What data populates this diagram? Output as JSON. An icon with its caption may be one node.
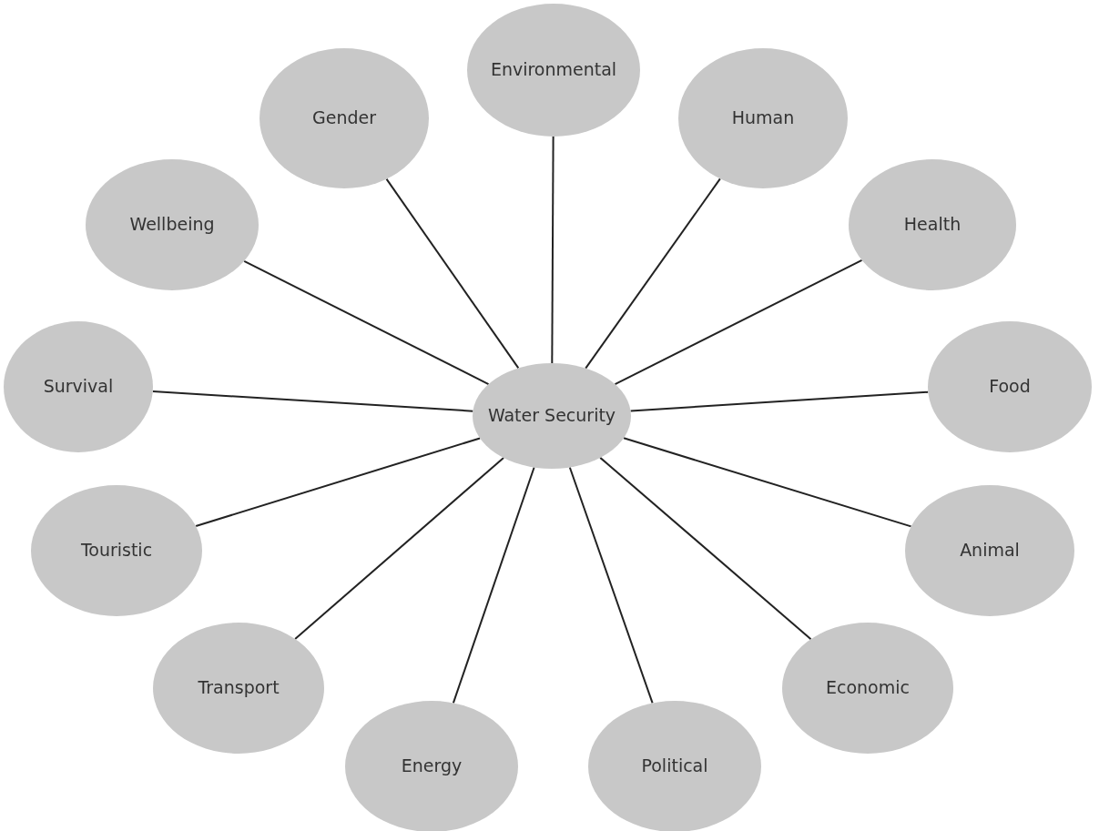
{
  "diagram": {
    "nodes": [
      {
        "text": [
          "Environmental"
        ]
      },
      {
        "text": [
          "Gender"
        ]
      },
      {
        "text": [
          "Human"
        ]
      },
      {
        "text": [
          "Wellbeing"
        ]
      },
      {
        "text": [
          "Health"
        ]
      },
      {
        "text": [
          "Survival"
        ]
      },
      {
        "text": [
          "Water Security"
        ]
      },
      {
        "text": [
          "Food"
        ]
      },
      {
        "text": [
          "Touristic"
        ]
      },
      {
        "text": [
          "Animal"
        ]
      },
      {
        "text": [
          "Transport"
        ]
      },
      {
        "text": [
          "Economic"
        ]
      },
      {
        "text": [
          "Energy"
        ]
      },
      {
        "text": [
          "Political"
        ]
      }
    ],
    "edges": [
      {
        "from": 6,
        "to": 0,
        "arrow": "none"
      },
      {
        "from": 6,
        "to": 1,
        "arrow": "none"
      },
      {
        "from": 6,
        "to": 2,
        "arrow": "none"
      },
      {
        "from": 6,
        "to": 3,
        "arrow": "none"
      },
      {
        "from": 6,
        "to": 4,
        "arrow": "none"
      },
      {
        "from": 6,
        "to": 5,
        "arrow": "none"
      },
      {
        "from": 6,
        "to": 7,
        "arrow": "none"
      },
      {
        "from": 6,
        "to": 8,
        "arrow": "none"
      },
      {
        "from": 6,
        "to": 9,
        "arrow": "none"
      },
      {
        "from": 6,
        "to": 10,
        "arrow": "none"
      },
      {
        "from": 6,
        "to": 11,
        "arrow": "none"
      },
      {
        "from": 6,
        "to": 12,
        "arrow": "none"
      },
      {
        "from": 6,
        "to": 13,
        "arrow": "none"
      }
    ]
  }
}
